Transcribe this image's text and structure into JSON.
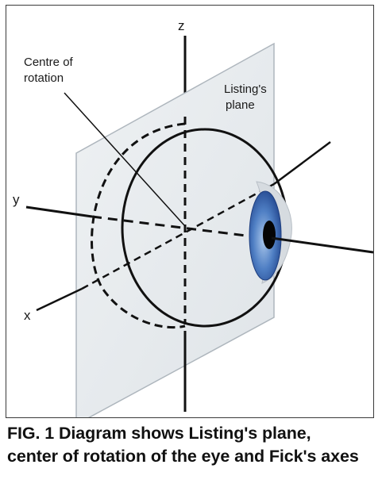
{
  "diagram": {
    "labels": {
      "z_axis": "z",
      "y_axis": "y",
      "x_axis": "x",
      "centre_line1": "Centre of",
      "centre_line2": "rotation",
      "plane_line1": "Listing's",
      "plane_line2": "plane"
    },
    "colors": {
      "plane_fill": "#e7ebee",
      "plane_edge": "#aeb6bd",
      "line": "#111111",
      "iris_outer": "#2f5da8",
      "iris_inner": "#8fb2de",
      "pupil": "#050505",
      "cornea": "#d6dbe0"
    }
  },
  "caption": {
    "line1": "FIG. 1 Diagram shows Listing's plane,",
    "line2": "center of rotation of the eye and Fick's axes"
  }
}
